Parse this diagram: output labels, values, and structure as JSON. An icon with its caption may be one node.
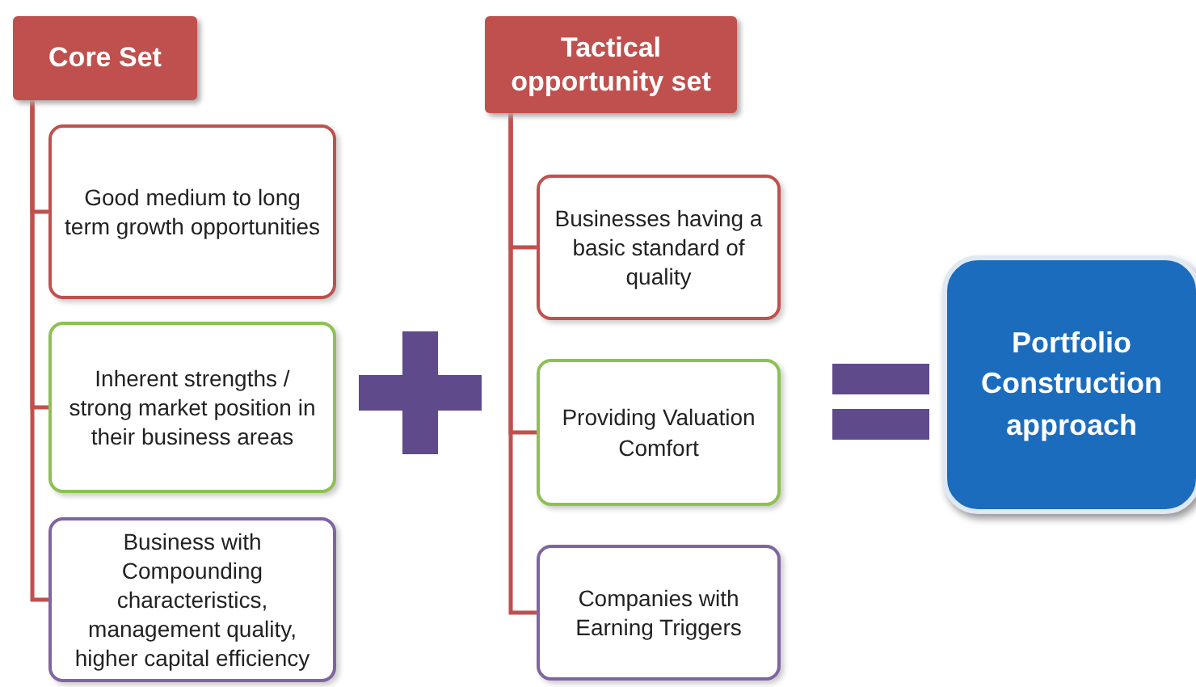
{
  "diagram": {
    "nodes": [
      {
        "text": [
          "Core Set"
        ]
      },
      {
        "text": [
          "Good medium to long term growth opportunities"
        ]
      },
      {
        "text": [
          "Inherent strengths / strong market position in their business areas"
        ]
      },
      {
        "text": [
          "Business with Compounding characteristics, management quality, higher capital efficiency"
        ]
      },
      {
        "text": [
          "Tactical opportunity set"
        ]
      },
      {
        "text": [
          "Businesses having a basic standard of quality"
        ]
      },
      {
        "text": [
          "Providing Valuation Comfort"
        ]
      },
      {
        "text": [
          "Companies with Earning Triggers"
        ]
      },
      {
        "text": [
          "Portfolio Construction approach"
        ]
      }
    ],
    "edges": [
      {
        "from": 0,
        "to": 1,
        "arrow": "none"
      },
      {
        "from": 0,
        "to": 2,
        "arrow": "none"
      },
      {
        "from": 0,
        "to": 3,
        "arrow": "none"
      },
      {
        "from": 4,
        "to": 5,
        "arrow": "none"
      },
      {
        "from": 4,
        "to": 6,
        "arrow": "none"
      },
      {
        "from": 4,
        "to": 7,
        "arrow": "none"
      }
    ]
  }
}
